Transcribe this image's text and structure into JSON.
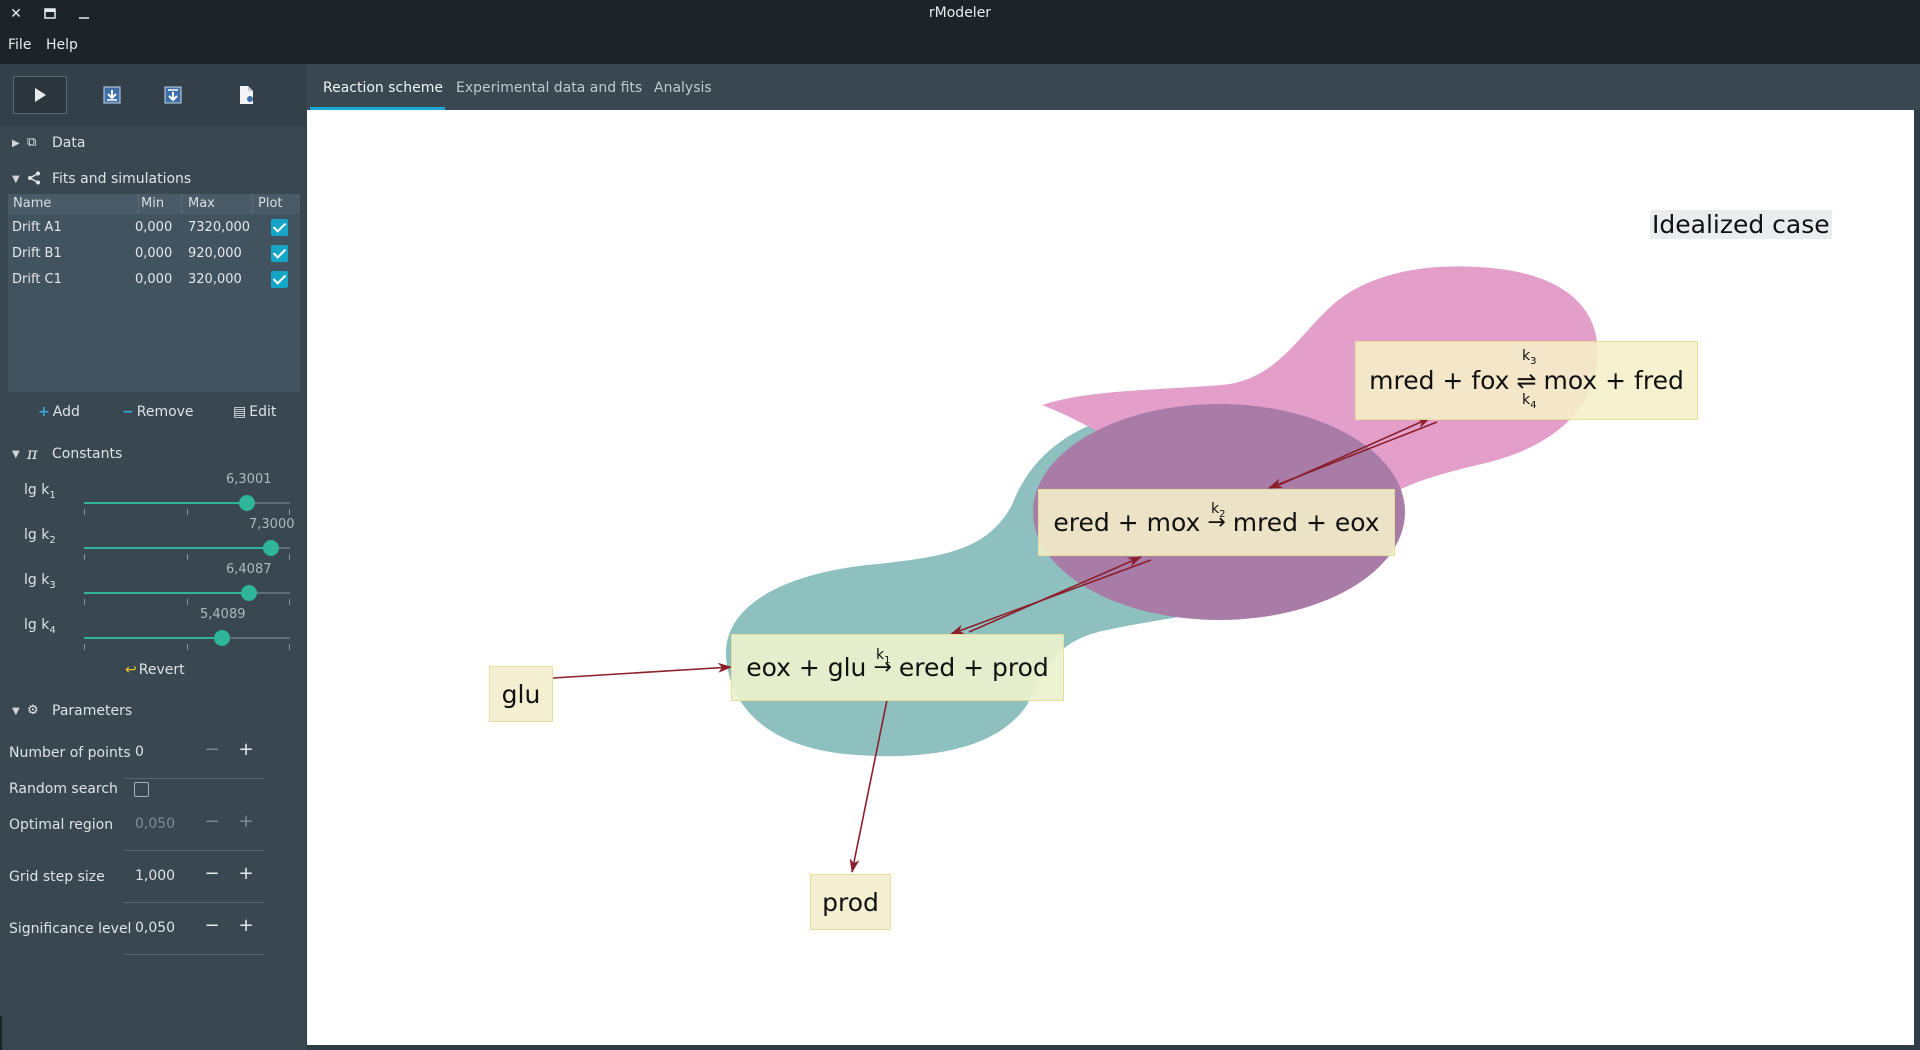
{
  "window": {
    "title": "rModeler"
  },
  "menu": {
    "items": [
      "File",
      "Help"
    ]
  },
  "toolbar": {
    "run": "play-icon",
    "import": "import-icon",
    "export": "export-icon",
    "new": "new-document-icon"
  },
  "sections": {
    "data": "Data",
    "fits": "Fits and simulations",
    "constants": "Constants",
    "parameters": "Parameters"
  },
  "fits_table": {
    "headers": [
      "Name",
      "Min",
      "Max",
      "Plot"
    ],
    "rows": [
      {
        "name": "Drift A1",
        "min": "0,000",
        "max": "7320,000",
        "plot": true
      },
      {
        "name": "Drift B1",
        "min": "0,000",
        "max": "920,000",
        "plot": true
      },
      {
        "name": "Drift C1",
        "min": "0,000",
        "max": "320,000",
        "plot": true
      }
    ],
    "actions": {
      "add": "Add",
      "remove": "Remove",
      "edit": "Edit"
    }
  },
  "constants": [
    {
      "label": "lg k",
      "sub": "1",
      "value": "6,3001",
      "fraction": 0.79
    },
    {
      "label": "lg k",
      "sub": "2",
      "value": "7,3000",
      "fraction": 0.91
    },
    {
      "label": "lg k",
      "sub": "3",
      "value": "6,4087",
      "fraction": 0.8
    },
    {
      "label": "lg k",
      "sub": "4",
      "value": "5,4089",
      "fraction": 0.67
    }
  ],
  "revert": "Revert",
  "parameters": {
    "num_points": {
      "label": "Number of points",
      "value": "0"
    },
    "random_search": {
      "label": "Random search",
      "checked": false
    },
    "optimal_region": {
      "label": "Optimal region",
      "value": "0,050"
    },
    "grid_step": {
      "label": "Grid step size",
      "value": "1,000"
    },
    "significance": {
      "label": "Significance level",
      "value": "0,050"
    }
  },
  "tabs": [
    "Reaction scheme",
    "Experimental data and fits",
    "Analysis"
  ],
  "scheme": {
    "caption": "Idealized case",
    "nodes": {
      "glu": "glu",
      "prod": "prod",
      "r1_left": "eox + glu",
      "r1_right": "ered + prod",
      "r2_left": "ered + mox",
      "r2_right": "mred + eox",
      "r3_left": "mred + fox",
      "r3_right": "mox + fred"
    },
    "rate_labels": {
      "k1": "1",
      "k2": "2",
      "k3": "3",
      "k4": "4"
    },
    "colors": {
      "cell_a": "#8fc0c0",
      "cell_b": "#e39fca",
      "overlap": "#a97ca8",
      "arrow": "#8b1f2b"
    }
  }
}
